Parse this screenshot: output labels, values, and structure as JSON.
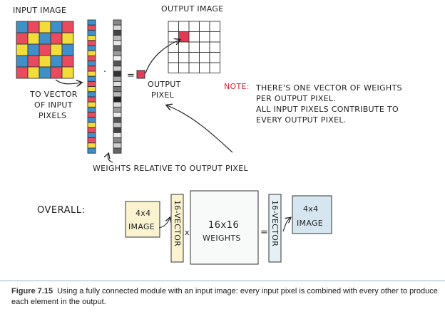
{
  "labels": {
    "input_image": "INPUT IMAGE",
    "output_image": "OUTPUT IMAGE",
    "to_vector_line1": "TO VECTOR",
    "to_vector_line2": "OF INPUT",
    "to_vector_line3": "PIXELS",
    "output_pixel_line1": "OUTPUT",
    "output_pixel_line2": "PIXEL",
    "weights_relative": "WEIGHTS RELATIVE TO OUTPUT PIXEL",
    "dot": "·",
    "equals": "="
  },
  "note": {
    "prefix": "NOTE:",
    "line1": "THERE'S ONE VECTOR OF WEIGHTS",
    "line2": "PER OUTPUT PIXEL.",
    "line3": "ALL INPUT PIXELS CONTRIBUTE TO",
    "line4": "EVERY OUTPUT PIXEL."
  },
  "overall": {
    "title": "OVERALL:",
    "image_line1": "4x4",
    "image_line2": "IMAGE",
    "vector_label": "16-VECTOR",
    "times": "x",
    "weights_line1": "16x16",
    "weights_line2": "WEIGHTS",
    "equals": "=",
    "out_vector_label": "16-VECTOR",
    "out_image_line1": "4x4",
    "out_image_line2": "IMAGE"
  },
  "caption": {
    "figure": "Figure 7.15",
    "text": "Using a fully connected module with an input image: every input pixel is combined with every other to produce each element in the output."
  },
  "colors": {
    "red": "#e94a5e",
    "yellow": "#f2dc3a",
    "blue": "#3f8fc9",
    "output_red": "#e23a55",
    "image_fill": "#fbf3cf",
    "vector_fill": "#fbf3cf",
    "weights_fill": "#f7faf8",
    "out_vector_fill": "#e4eff6",
    "out_image_fill": "#d6e6f1",
    "note_red": "#d9242f"
  },
  "input_grid": [
    [
      "blue",
      "red",
      "yellow",
      "blue",
      "red"
    ],
    [
      "red",
      "yellow",
      "blue",
      "red",
      "yellow"
    ],
    [
      "yellow",
      "blue",
      "red",
      "yellow",
      "blue"
    ],
    [
      "blue",
      "red",
      "yellow",
      "blue",
      "red"
    ],
    [
      "red",
      "yellow",
      "blue",
      "red",
      "yellow"
    ]
  ],
  "input_vector": [
    "blue",
    "red",
    "blue",
    "yellow",
    "red",
    "blue",
    "yellow",
    "red",
    "blue",
    "red",
    "yellow",
    "blue",
    "red",
    "yellow",
    "blue",
    "red",
    "yellow",
    "blue",
    "red",
    "blue",
    "yellow",
    "red",
    "blue",
    "red",
    "yellow",
    "blue"
  ],
  "weights_vector": [
    "#888",
    "#d8d8d8",
    "#444",
    "#bbb",
    "#e6e6e6",
    "#666",
    "#999",
    "#f0f0f0",
    "#555",
    "#ccc",
    "#333",
    "#aaa",
    "#e0e0e0",
    "#777",
    "#bbb",
    "#222",
    "#dcdcdc",
    "#999",
    "#eee",
    "#555",
    "#c4c4c4",
    "#444",
    "#e8e8e8",
    "#888",
    "#d0d0d0",
    "#666"
  ]
}
